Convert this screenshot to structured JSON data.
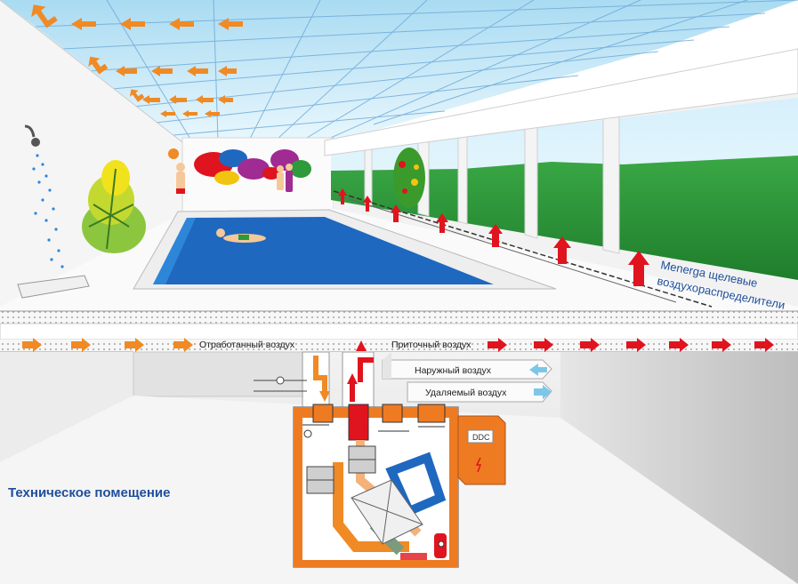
{
  "labels": {
    "exhaust_air": "Отработанный воздух",
    "supply_air": "Приточный воздух",
    "outdoor_air": "Наружный воздух",
    "removed_air": "Удаляемый воздух",
    "slot_diffusers_line1": "Menerga щелевые",
    "slot_diffusers_line2": "воздухораспределители",
    "ddc": "DDC",
    "technical_room": "Техническое помещение"
  },
  "colors": {
    "supply": "#e0141e",
    "exhaust": "#f08a24",
    "outdoor": "#7cc7e8",
    "unit_accent": "#ee7b22",
    "pool_water": "#1f68c0",
    "sky": "#bfe6f6",
    "grass": "#2d9a3b",
    "text_blue": "#1f4e9a"
  }
}
